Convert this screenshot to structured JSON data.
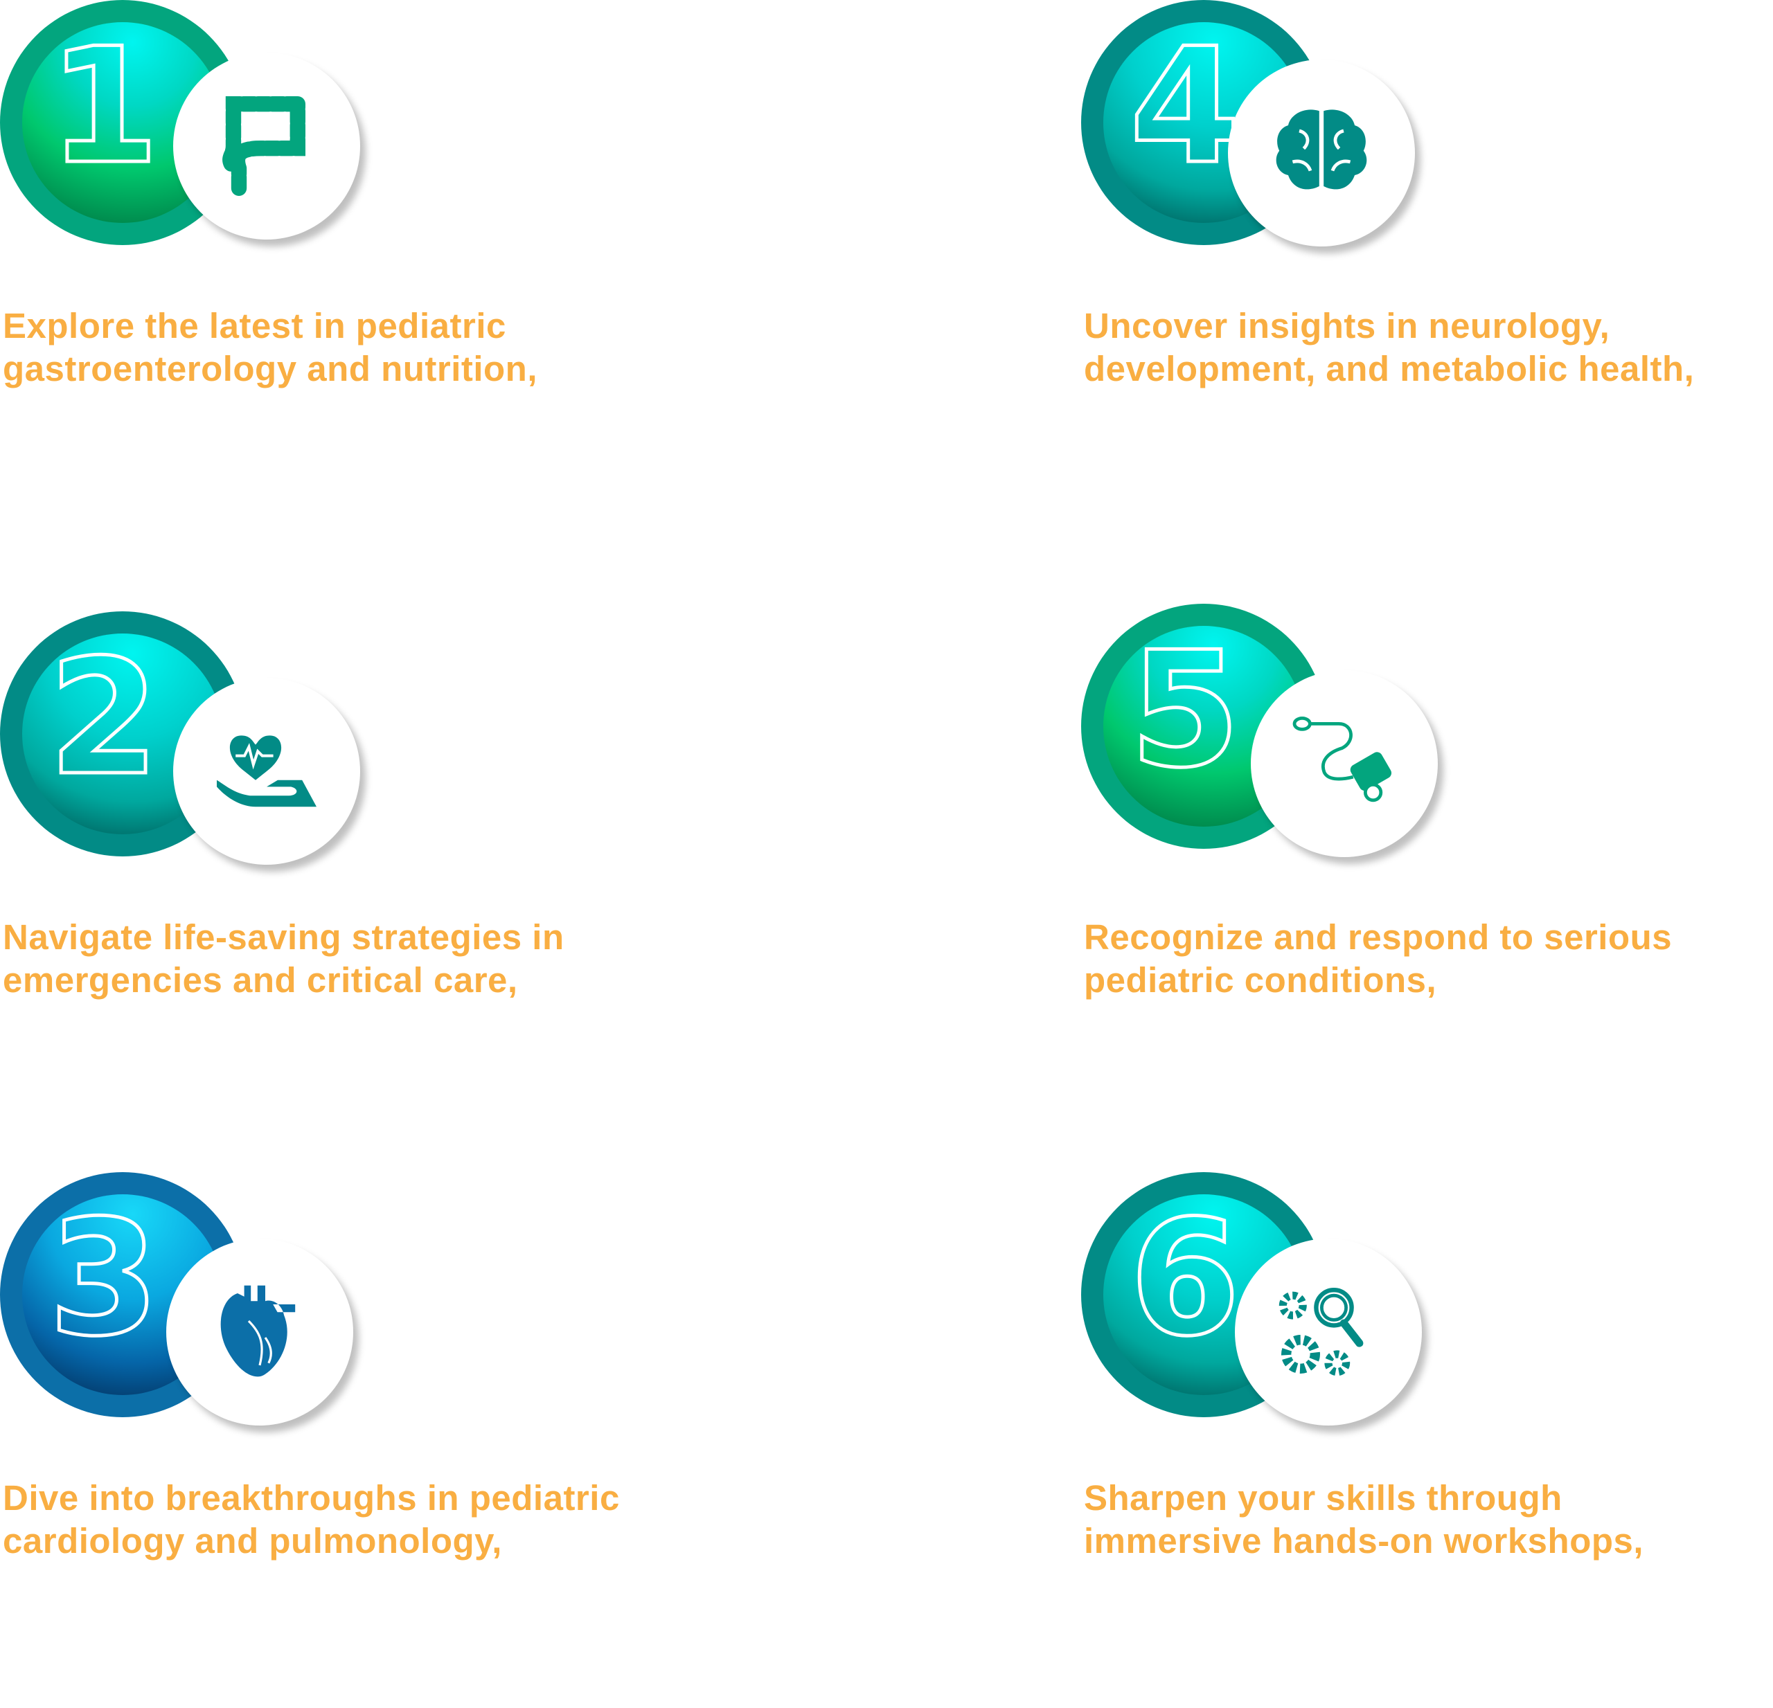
{
  "colors": {
    "text": "#F9AE42",
    "icon_green": "#03A57E",
    "icon_teal": "#028B86",
    "icon_blue": "#0C6FA8"
  },
  "items": [
    {
      "number": "1",
      "icon": "colon-icon",
      "text": "Explore the latest in pediatric\ngastroenterology and nutrition,"
    },
    {
      "number": "2",
      "icon": "heart-in-hand-icon",
      "text": "Navigate life-saving strategies in\nemergencies and critical care,"
    },
    {
      "number": "3",
      "icon": "heart-organ-icon",
      "text": "Dive into breakthroughs in pediatric\ncardiology and pulmonology,"
    },
    {
      "number": "4",
      "icon": "brain-icon",
      "text": "Uncover insights in neurology,\ndevelopment, and metabolic health,"
    },
    {
      "number": "5",
      "icon": "blood-pressure-monitor-icon",
      "text": "Recognize and respond to serious\npediatric conditions,"
    },
    {
      "number": "6",
      "icon": "gears-magnifier-icon",
      "text": "Sharpen your skills through\nimmersive hands-on workshops,"
    }
  ]
}
